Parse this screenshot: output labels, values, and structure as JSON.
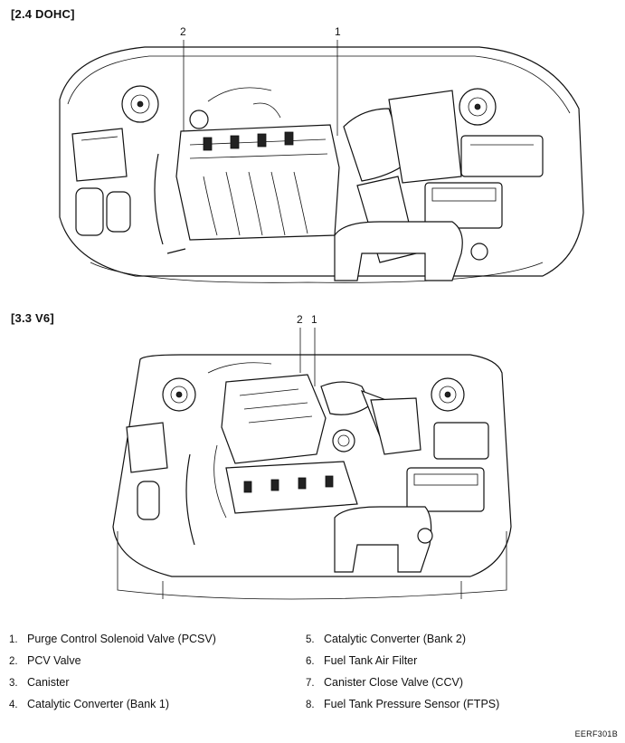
{
  "sections": {
    "dohc": {
      "title": "[2.4 DOHC]",
      "callouts": [
        "2",
        "1"
      ]
    },
    "v6": {
      "title": "[3.3 V6]",
      "callouts": [
        "2",
        "1"
      ]
    }
  },
  "legend": {
    "items": [
      {
        "num": "1.",
        "label": "Purge Control Solenoid Valve (PCSV)"
      },
      {
        "num": "2.",
        "label": "PCV Valve"
      },
      {
        "num": "3.",
        "label": "Canister"
      },
      {
        "num": "4.",
        "label": "Catalytic Converter (Bank 1)"
      },
      {
        "num": "5.",
        "label": "Catalytic Converter (Bank 2)"
      },
      {
        "num": "6.",
        "label": "Fuel Tank Air Filter"
      },
      {
        "num": "7.",
        "label": "Canister Close Valve (CCV)"
      },
      {
        "num": "8.",
        "label": "Fuel Tank Pressure Sensor (FTPS)"
      }
    ]
  },
  "figure_code": "EERF301B"
}
